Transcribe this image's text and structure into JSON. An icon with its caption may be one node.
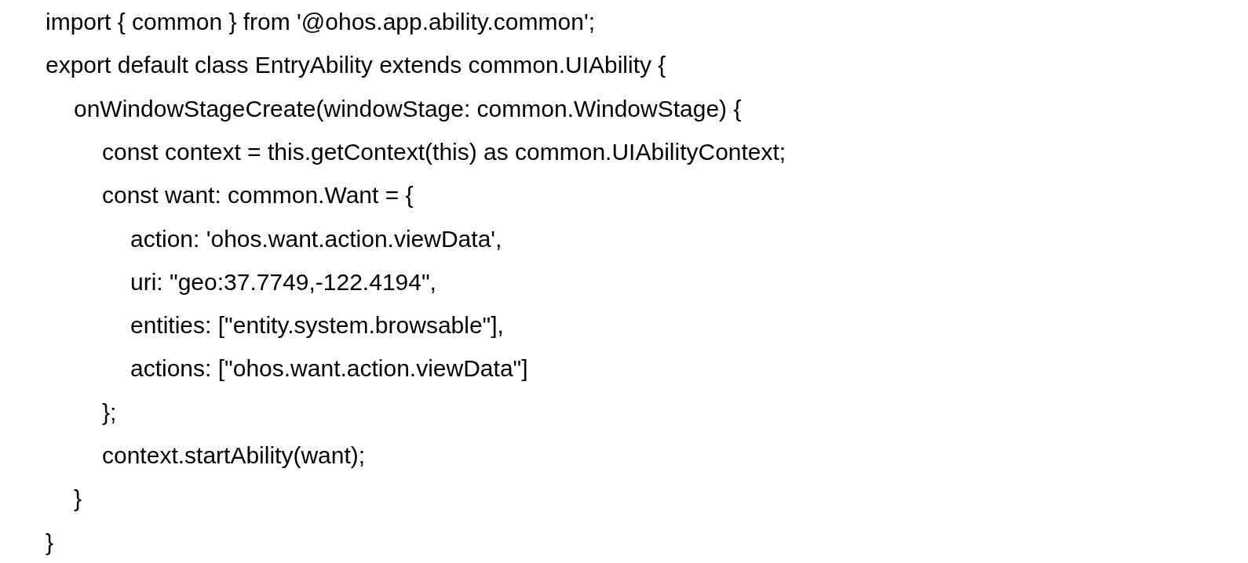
{
  "diagram": {
    "labels": [
      "import { common } from '@ohos.app.ability.common';",
      "export default class EntryAbility extends common.UIAbility {",
      "onWindowStageCreate(windowStage: common.WindowStage) {",
      "const context = this.getContext(this) as common.UIAbilityContext;",
      "const want: common.Want = {",
      "action: 'ohos.want.action.viewData',",
      "uri: \"geo:37.7749,-122.4194\",",
      "entities: [\"entity.system.browsable\"],",
      "actions: [\"ohos.want.action.viewData\"]",
      "};",
      "context.startAbility(want);",
      "}",
      "}"
    ]
  }
}
